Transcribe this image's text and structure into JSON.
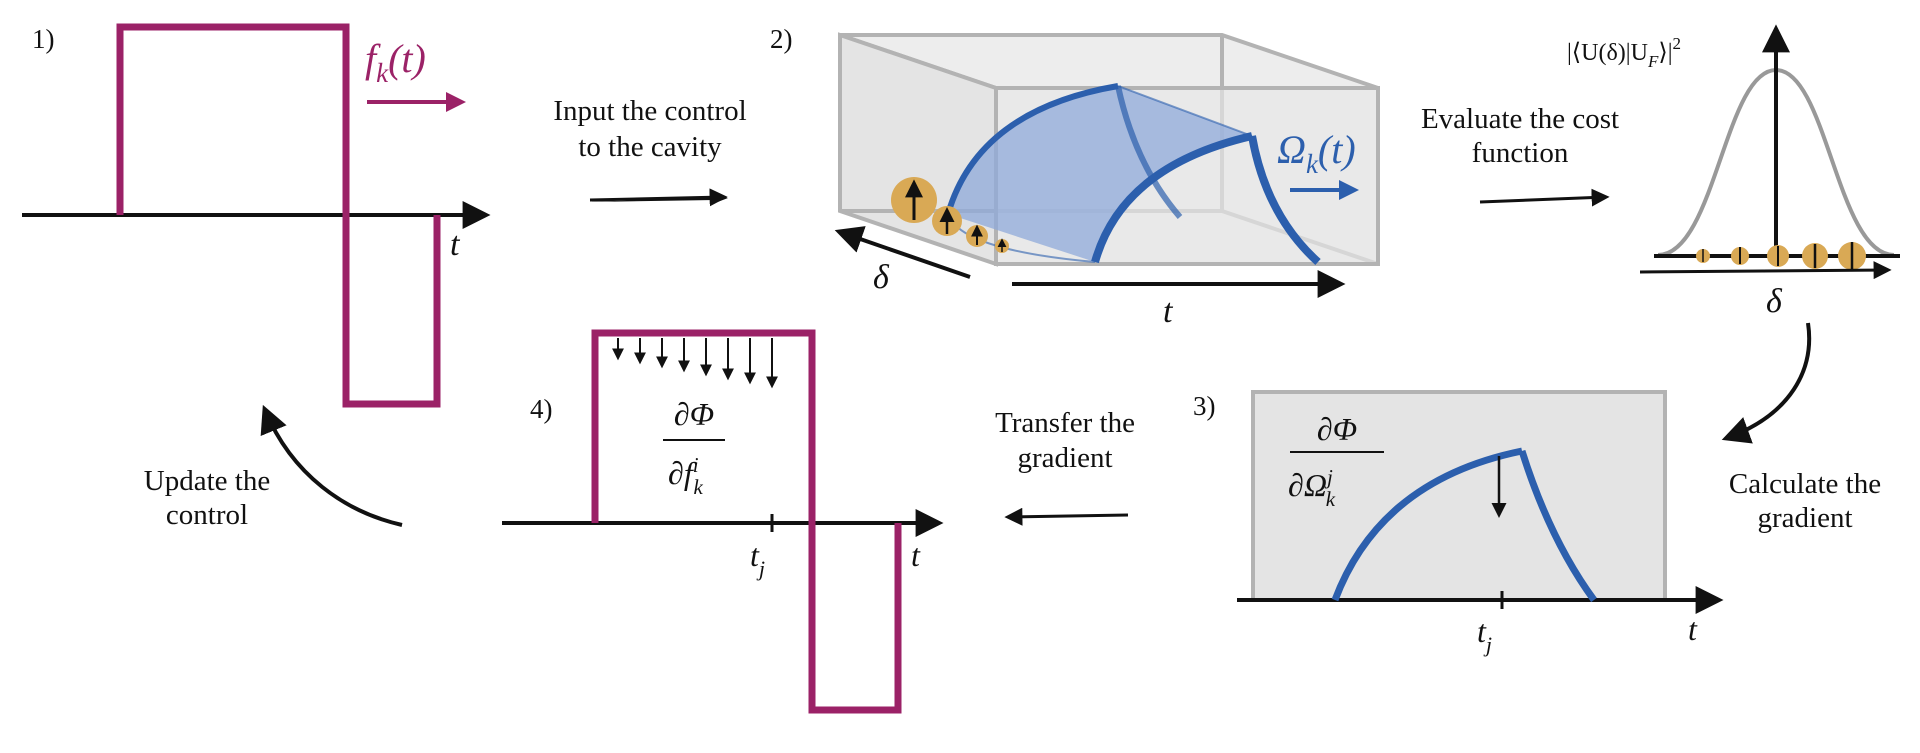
{
  "colors": {
    "control": "#9b2267",
    "field": "#2c5fad",
    "field_fill": "#8fa9d9",
    "spin": "#d9a955",
    "box_stroke": "#b3b3b3",
    "box_fill": "#e6e6e6",
    "gaussian": "#999999",
    "ink": "#111111"
  },
  "steps": {
    "step1": {
      "label": "1)",
      "signal_label": "f",
      "signal_sub": "k",
      "signal_arg": "(t)",
      "axis_label": "t"
    },
    "step2": {
      "label": "2)",
      "field_label": "Ω",
      "field_sub": "k",
      "field_arg": "(t)",
      "depth_label": "δ",
      "axis_label": "t"
    },
    "step3": {
      "label": "3)",
      "deriv_num": "∂Φ",
      "deriv_den_main": "∂Ω",
      "deriv_den_sup": "j",
      "deriv_den_sub": "k",
      "tick_label": "t",
      "tick_sub": "j",
      "axis_label": "t"
    },
    "step4": {
      "label": "4)",
      "deriv_num": "∂Φ",
      "deriv_den_main": "∂f",
      "deriv_den_sup": "i",
      "deriv_den_sub": "k",
      "tick_label": "t",
      "tick_sub": "j",
      "axis_label": "t"
    },
    "cost": {
      "formula": "|⟨U(δ)|U",
      "formula_sub": "F",
      "formula_tail": "⟩|",
      "formula_sup": "2",
      "axis_label": "δ"
    }
  },
  "arrows": {
    "input_line1": "Input the control",
    "input_line2": "to the cavity",
    "evaluate_line1": "Evaluate the cost",
    "evaluate_line2": "function",
    "calculate_line1": "Calculate the",
    "calculate_line2": "gradient",
    "transfer_line1": "Transfer the",
    "transfer_line2": "gradient",
    "update_line1": "Update the",
    "update_line2": "control"
  }
}
